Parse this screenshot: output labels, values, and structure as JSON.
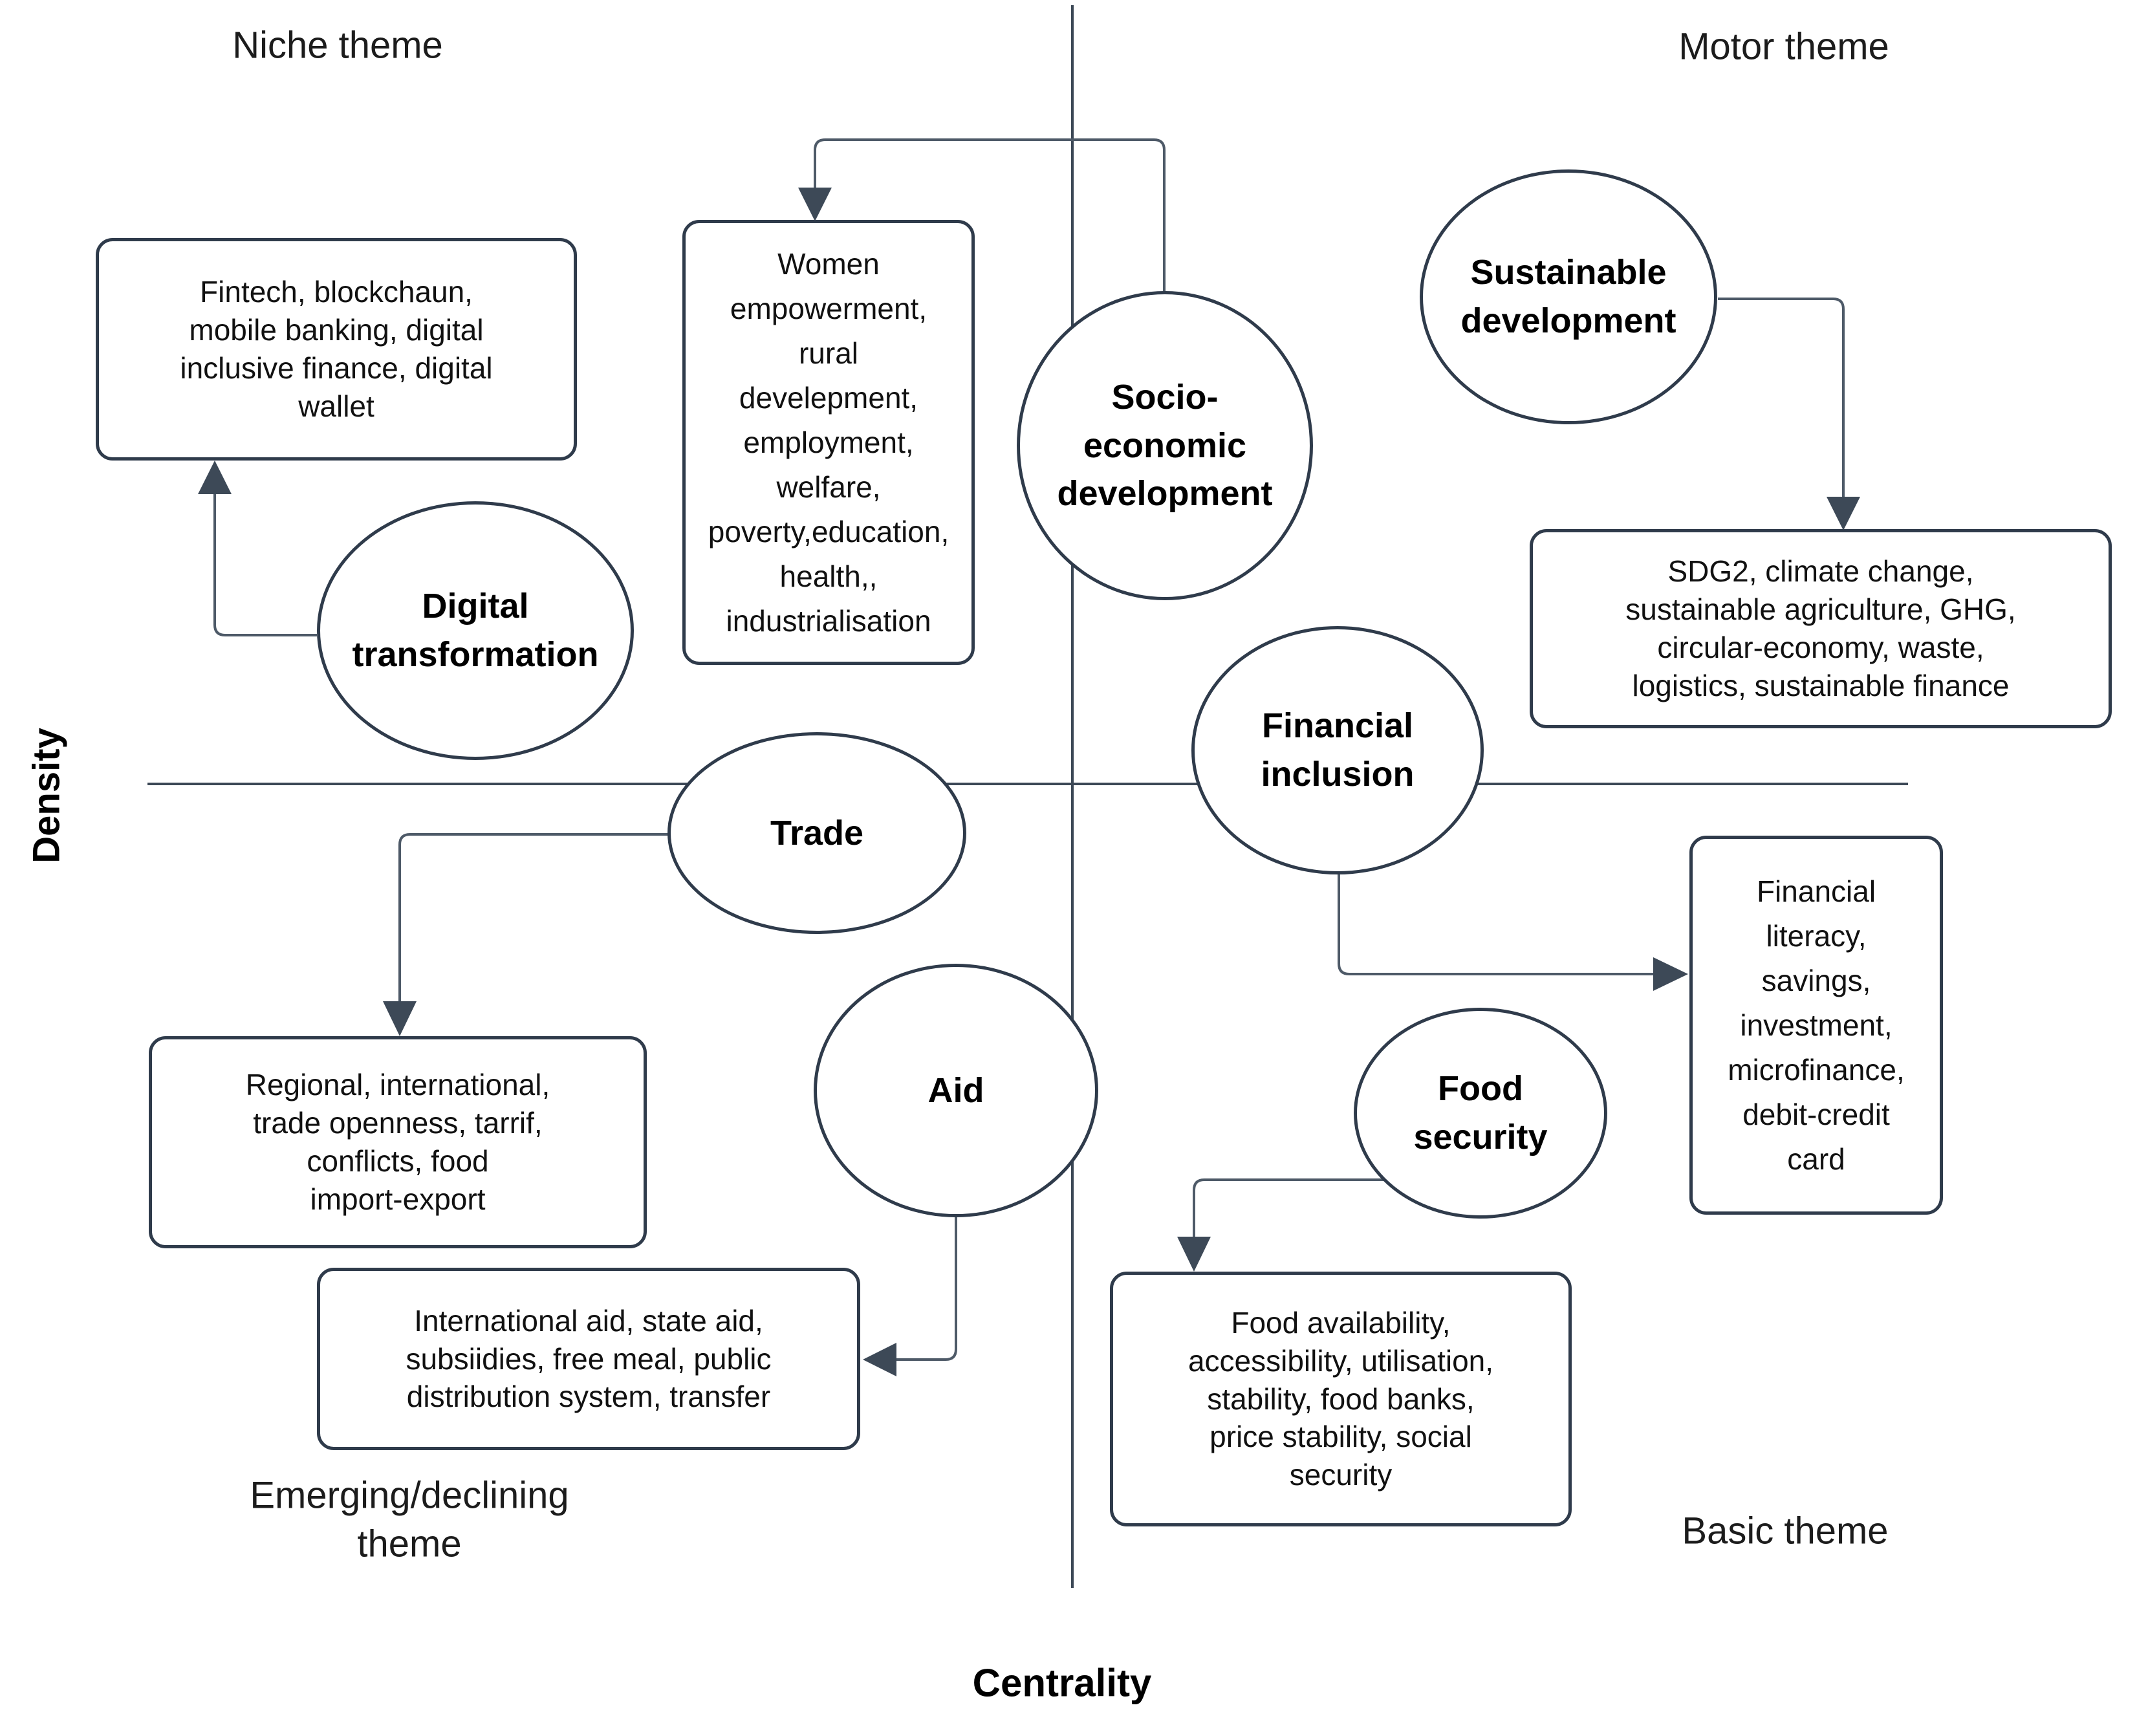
{
  "quadrants": {
    "top_left": "Niche theme",
    "top_right": "Motor theme",
    "bottom_left": "Emerging/declining\ntheme",
    "bottom_right": "Basic theme"
  },
  "axes": {
    "y_label": "Density",
    "x_label": "Centrality"
  },
  "nodes": {
    "digital_transformation": {
      "label": "Digital\ntransformation",
      "keywords": "Fintech, blockchaun,\nmobile banking, digital\ninclusive finance, digital\nwallet"
    },
    "socio_economic_development": {
      "label": "Socio-\neconomic\ndevelopment",
      "keywords": "Women\nempowerment,\nrural\ndevelepment,\nemployment,\nwelfare,\npoverty,education,\nhealth,,\nindustrialisation"
    },
    "sustainable_development": {
      "label": "Sustainable\ndevelopment",
      "keywords": "SDG2, climate change,\nsustainable agriculture, GHG,\ncircular-economy, waste,\nlogistics, sustainable finance"
    },
    "trade": {
      "label": "Trade",
      "keywords": "Regional, international,\ntrade openness, tarrif,\nconflicts, food\nimport-export"
    },
    "financial_inclusion": {
      "label": "Financial\ninclusion",
      "keywords": "Financial\nliteracy,\nsavings,\ninvestment,\nmicrofinance,\ndebit-credit\ncard"
    },
    "aid": {
      "label": "Aid",
      "keywords": "International aid, state aid,\nsubsiidies, free meal, public\ndistribution system, transfer"
    },
    "food_security": {
      "label": "Food\nsecurity",
      "keywords": "Food availability,\naccessibility, utilisation,\nstability, food banks,\nprice stability, social\nsecurity"
    }
  },
  "colors": {
    "shape_border": "#2f3b4b",
    "connector": "#4e5a68",
    "arrowhead": "#3d4957",
    "axis_line": "#3c4856",
    "text": "#111111",
    "background": "#ffffff"
  }
}
